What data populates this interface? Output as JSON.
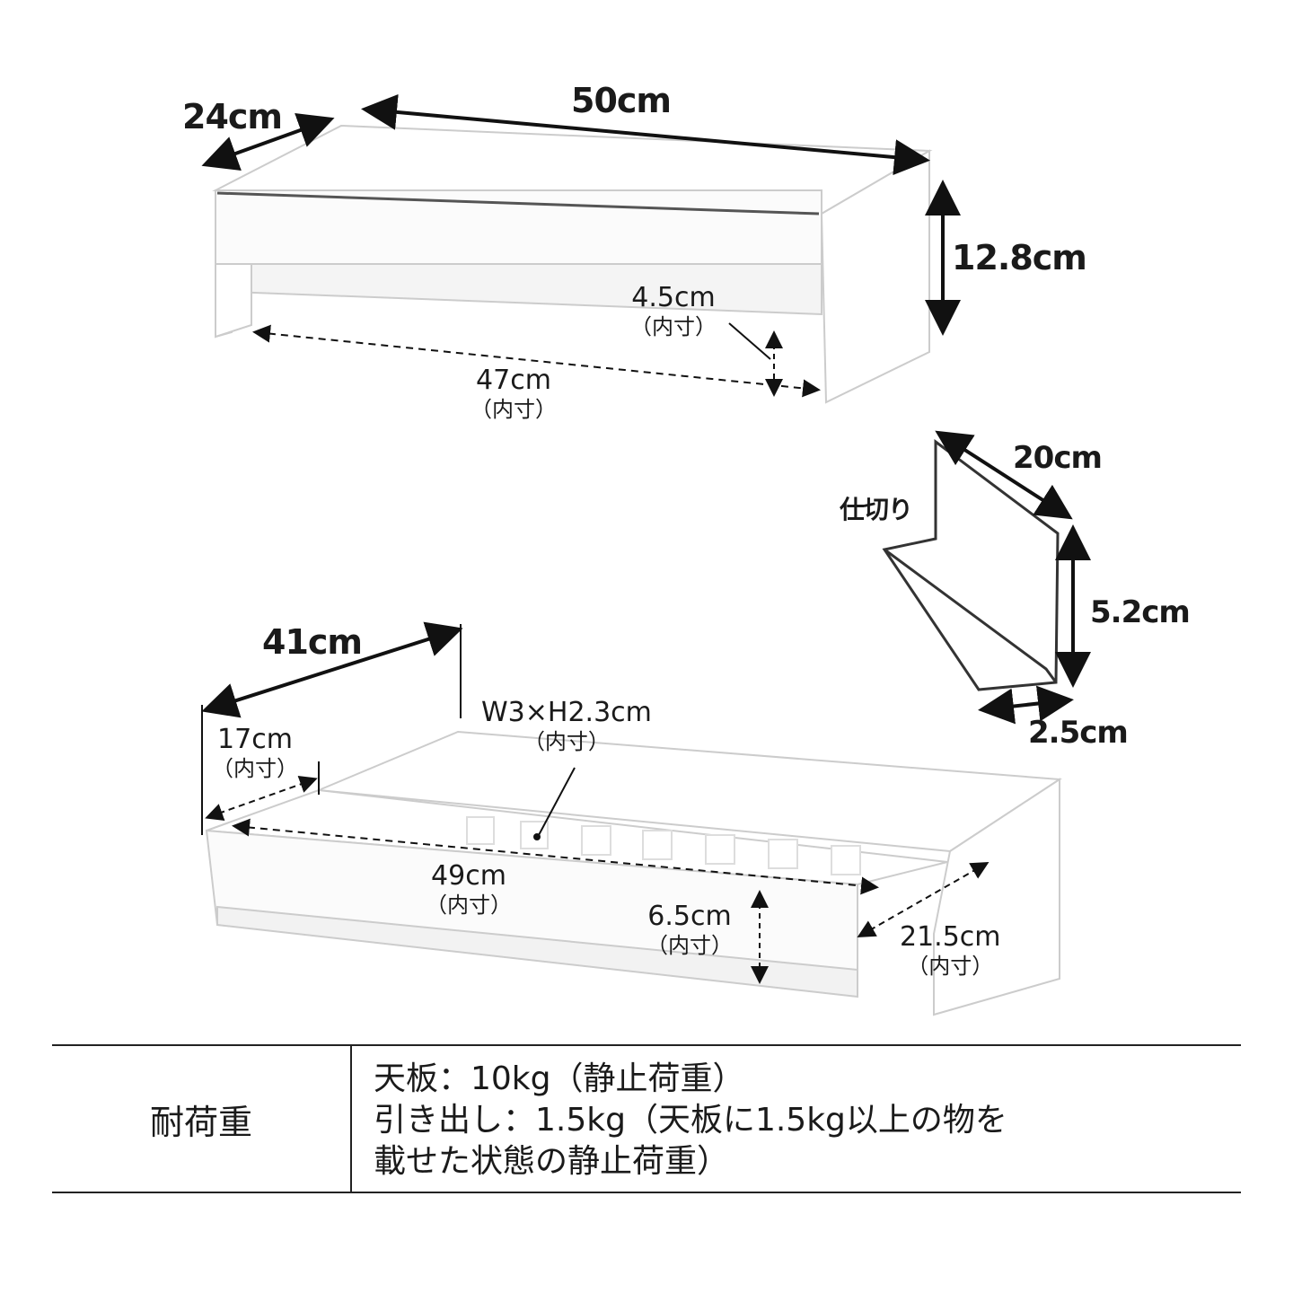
{
  "top_unit": {
    "depth": "24cm",
    "width": "50cm",
    "height": "12.8cm",
    "inner_height": {
      "value": "4.5cm",
      "note": "（内寸）"
    },
    "inner_width": {
      "value": "47cm",
      "note": "（内寸）"
    }
  },
  "divider": {
    "label": "仕切り",
    "length": "20cm",
    "height": "5.2cm",
    "base": "2.5cm"
  },
  "drawer": {
    "depth": "41cm",
    "compartment_depth": {
      "value": "17cm",
      "note": "（内寸）"
    },
    "slot_size": {
      "value": "W3×H2.3cm",
      "note": "（内寸）"
    },
    "inner_width": {
      "value": "49cm",
      "note": "（内寸）"
    },
    "inner_height": {
      "value": "6.5cm",
      "note": "（内寸）"
    },
    "inner_depth": {
      "value": "21.5cm",
      "note": "（内寸）"
    }
  },
  "load_table": {
    "header": "耐荷重",
    "lines": [
      "天板：10kg（静止荷重）",
      "引き出し：1.5kg（天板に1.5kg以上の物を",
      "載せた状態の静止荷重）"
    ]
  }
}
